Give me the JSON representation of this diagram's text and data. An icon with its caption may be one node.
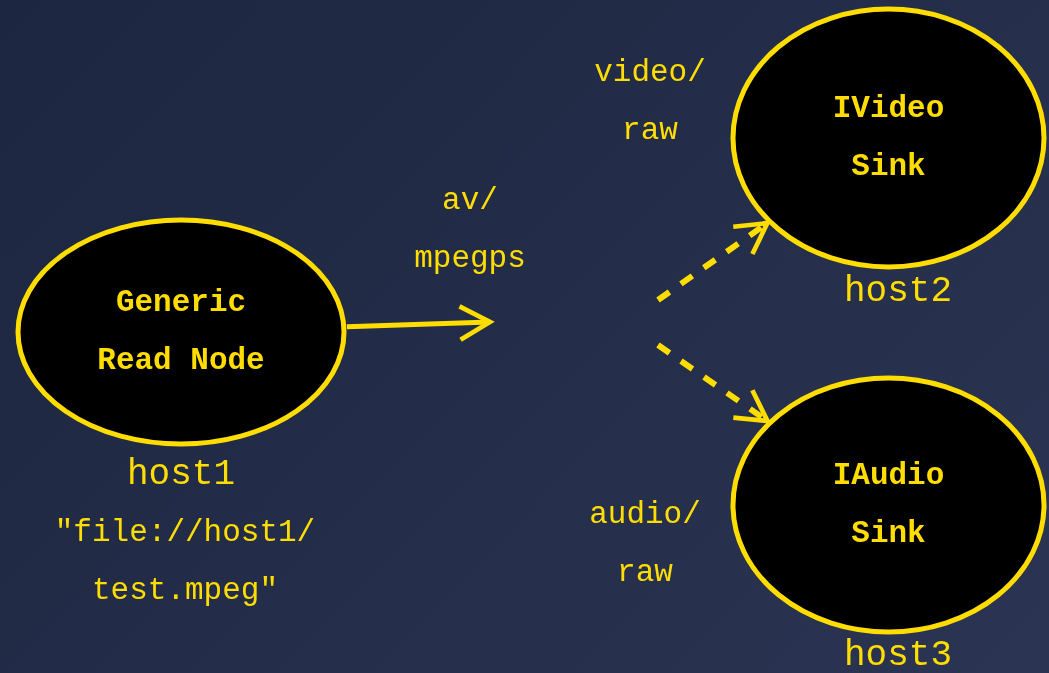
{
  "diagram": {
    "nodes": [
      {
        "text": [
          "Generic Read Node"
        ],
        "beside": [
          "host1",
          "\"file://host1/ test.mpeg\""
        ]
      },
      {
        "text": [
          "IVideo Sink"
        ],
        "beside": [
          "host2"
        ]
      },
      {
        "text": [
          "IAudio Sink"
        ],
        "beside": [
          "host3"
        ]
      }
    ],
    "edges": [
      {
        "from": 0,
        "to": null,
        "arrow": "to",
        "label": "av/ mpegps"
      },
      {
        "from": null,
        "to": 1,
        "arrow": "to",
        "style": "dashed"
      },
      {
        "from": null,
        "to": 2,
        "arrow": "to",
        "style": "dashed"
      }
    ],
    "labels": [
      "video/ raw",
      "audio/ raw"
    ]
  }
}
